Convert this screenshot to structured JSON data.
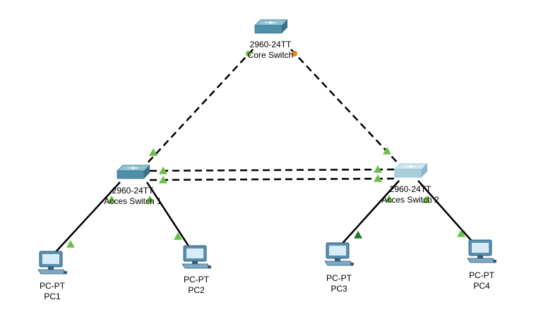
{
  "topology": {
    "devices": [
      {
        "id": "core",
        "model": "2960-24TT",
        "name": "Core Switch",
        "type": "switch"
      },
      {
        "id": "as1",
        "model": "2960-24TT",
        "name": "Acces Switch 1",
        "type": "switch"
      },
      {
        "id": "as2",
        "model": "2960-24TT",
        "name": "Acces Switch 2",
        "type": "switch"
      },
      {
        "id": "pc1",
        "model": "PC-PT",
        "name": "PC1",
        "type": "pc"
      },
      {
        "id": "pc2",
        "model": "PC-PT",
        "name": "PC2",
        "type": "pc"
      },
      {
        "id": "pc3",
        "model": "PC-PT",
        "name": "PC3",
        "type": "pc"
      },
      {
        "id": "pc4",
        "model": "PC-PT",
        "name": "PC4",
        "type": "pc"
      }
    ],
    "links": [
      {
        "from": "core",
        "to": "as1",
        "cable": "crossover",
        "status": "up"
      },
      {
        "from": "core",
        "to": "as2",
        "cable": "crossover",
        "status": "blocking"
      },
      {
        "from": "as1",
        "to": "as2",
        "cable": "crossover",
        "status": "up"
      },
      {
        "from": "as1",
        "to": "as2",
        "cable": "crossover",
        "status": "up"
      },
      {
        "from": "as1",
        "to": "pc1",
        "cable": "straight",
        "status": "up"
      },
      {
        "from": "as1",
        "to": "pc2",
        "cable": "straight",
        "status": "up"
      },
      {
        "from": "as2",
        "to": "pc3",
        "cable": "straight",
        "status": "up"
      },
      {
        "from": "as2",
        "to": "pc4",
        "cable": "straight",
        "status": "up"
      }
    ]
  },
  "colors": {
    "link_up": "#6cc04a",
    "link_up_dark": "#1a7f1a",
    "link_blocking": "#f07d1c",
    "switch_dark": "#4f8fa8",
    "switch_light": "#a9cfdf",
    "pc_body": "#5a8fb0"
  }
}
